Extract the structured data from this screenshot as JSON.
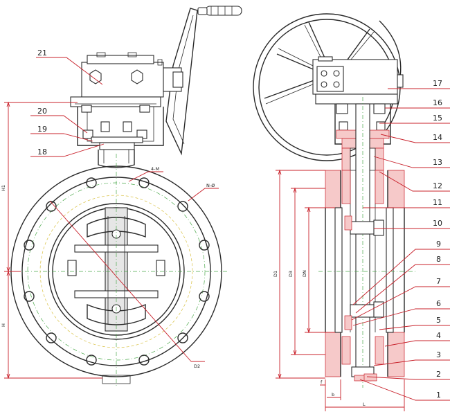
{
  "left_view": {
    "part_labels": [
      "21",
      "20",
      "19",
      "18"
    ],
    "dimension_labels": {
      "h1": "H1",
      "h": "H",
      "bolt_holes": "4-M",
      "flange_holes": "N-Ø",
      "d2": "D2"
    }
  },
  "right_view": {
    "part_labels": [
      "17",
      "16",
      "15",
      "14",
      "13",
      "12",
      "11",
      "10",
      "9",
      "8",
      "7",
      "6",
      "5",
      "4",
      "3",
      "2",
      "1"
    ],
    "dimension_labels": {
      "d1": "D1",
      "d3": "D3",
      "dn": "DN",
      "f": "f",
      "b": "b",
      "l": "L"
    }
  },
  "colors": {
    "outline": "#2a2a2a",
    "leader": "#c8202a",
    "section_hatch": "#f6c9c9",
    "center_line": "#4aa84a",
    "hidden_line": "#d8c040"
  }
}
